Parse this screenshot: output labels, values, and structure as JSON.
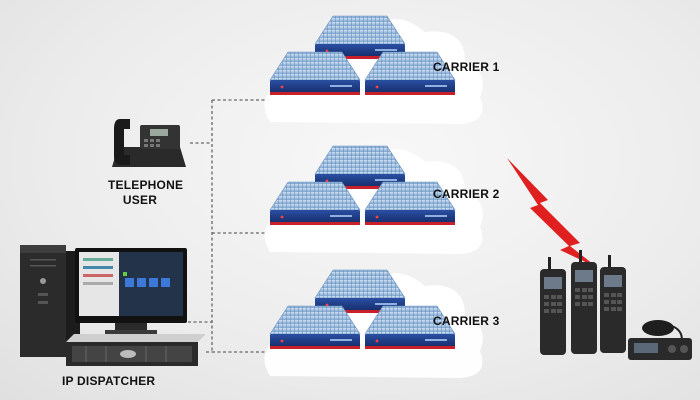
{
  "diagram": {
    "carriers": [
      {
        "label": "CARRIER 1"
      },
      {
        "label": "CARRIER 2"
      },
      {
        "label": "CARRIER 3"
      }
    ],
    "telephone_user": {
      "line1": "TELEPHONE",
      "line2": "USER"
    },
    "ip_dispatcher": {
      "label": "IP DISPATCHER"
    },
    "colors": {
      "connector": "#666666",
      "lightning": "#e02020",
      "device_blue": "#1f3f8f",
      "device_red": "#c8202a",
      "cloud": "#ffffff"
    },
    "icons": [
      "cloud-icon",
      "network-server-icon",
      "telephone-icon",
      "desktop-tower-icon",
      "monitor-icon",
      "rack-server-icon",
      "radio-handset-icon",
      "mobile-radio-icon",
      "lightning-bolt-icon"
    ]
  }
}
